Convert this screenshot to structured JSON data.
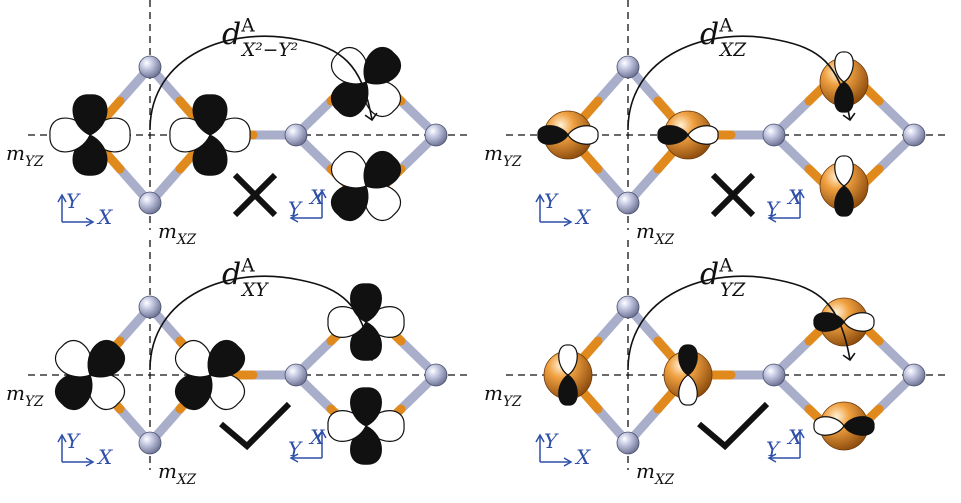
{
  "figure": {
    "panels": [
      {
        "id": "x2-y2",
        "title": {
          "base": "d",
          "sup": "A",
          "sub": "X²−Y²"
        },
        "verdict": "forbidden",
        "orbital_type": "x2y2"
      },
      {
        "id": "xz",
        "title": {
          "base": "d",
          "sup": "A",
          "sub": "XZ"
        },
        "verdict": "forbidden",
        "orbital_type": "xz"
      },
      {
        "id": "xy",
        "title": {
          "base": "d",
          "sup": "A",
          "sub": "XY"
        },
        "verdict": "allowed",
        "orbital_type": "xy"
      },
      {
        "id": "yz",
        "title": {
          "base": "d",
          "sup": "A",
          "sub": "YZ"
        },
        "verdict": "allowed",
        "orbital_type": "yz"
      }
    ],
    "labels": {
      "mirror_yz": {
        "base": "m",
        "sub": "YZ"
      },
      "mirror_xz": {
        "base": "m",
        "sub": "XZ"
      },
      "axis_x": "X",
      "axis_y": "Y"
    },
    "colors": {
      "atom": "#b9bdd9",
      "bond_gray": "#a9aecb",
      "bond_orange": "#e08a1e",
      "lobe_dark": "#111111",
      "lobe_light": "#ffffff",
      "orange_sphere": "#d27a22",
      "axis_blue": "#2e4fa8"
    }
  }
}
